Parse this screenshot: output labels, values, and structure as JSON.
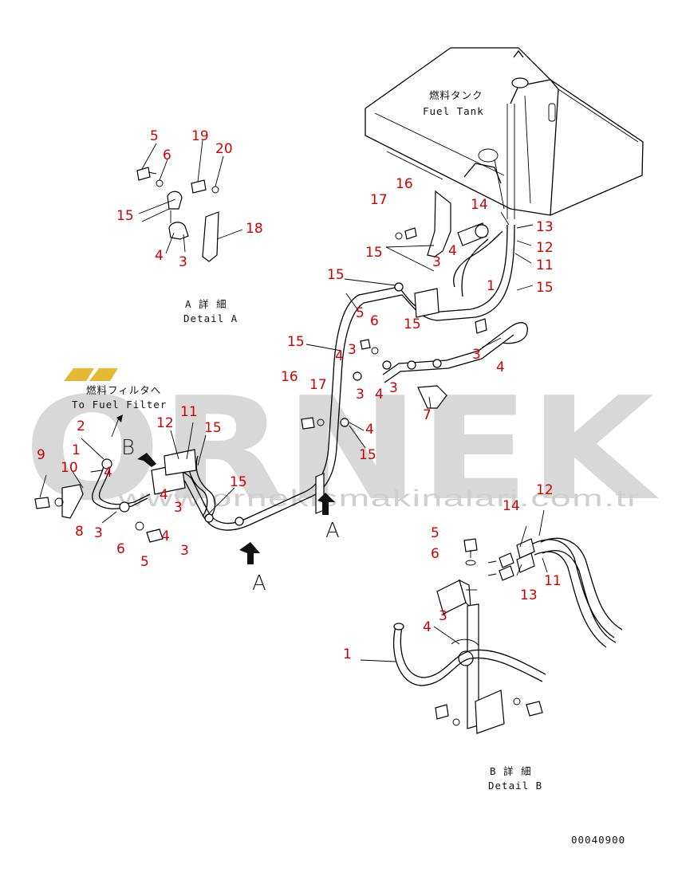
{
  "drawing_number": "00040900",
  "watermark": {
    "brand": "ORNEK",
    "url": "www.ornekismakinalari.com.tr",
    "mark_color": "#e5b833"
  },
  "labels": {
    "fuel_tank_jp": "燃料タンク",
    "fuel_tank_en": "Fuel Tank",
    "to_fuel_filter_jp": "燃料フィルタへ",
    "to_fuel_filter_en": "To Fuel Filter",
    "detail_a_jp": "A 詳 細",
    "detail_a_en": "Detail A",
    "detail_b_jp": "B 詳 細",
    "detail_b_en": "Detail B",
    "view_a_1": "A",
    "view_a_2": "A",
    "view_b": "B"
  },
  "callouts": {
    "detail_a": [
      "5",
      "6",
      "19",
      "20",
      "15",
      "18",
      "4",
      "3"
    ],
    "main_top": [
      "17",
      "16",
      "14",
      "13",
      "12",
      "11",
      "15",
      "3",
      "4",
      "1",
      "15",
      "15",
      "5",
      "15",
      "6",
      "3",
      "15",
      "4",
      "3",
      "4",
      "16",
      "17",
      "3",
      "4",
      "3",
      "7",
      "4",
      "15"
    ],
    "main_left": [
      "2",
      "12",
      "11",
      "15",
      "1",
      "4",
      "9",
      "10",
      "4",
      "3",
      "15",
      "8",
      "3",
      "6",
      "4",
      "5",
      "3"
    ],
    "detail_b": [
      "5",
      "12",
      "6",
      "14",
      "13",
      "11",
      "4",
      "3",
      "1"
    ]
  },
  "colors": {
    "callout": "#d10000",
    "line": "#000000"
  }
}
